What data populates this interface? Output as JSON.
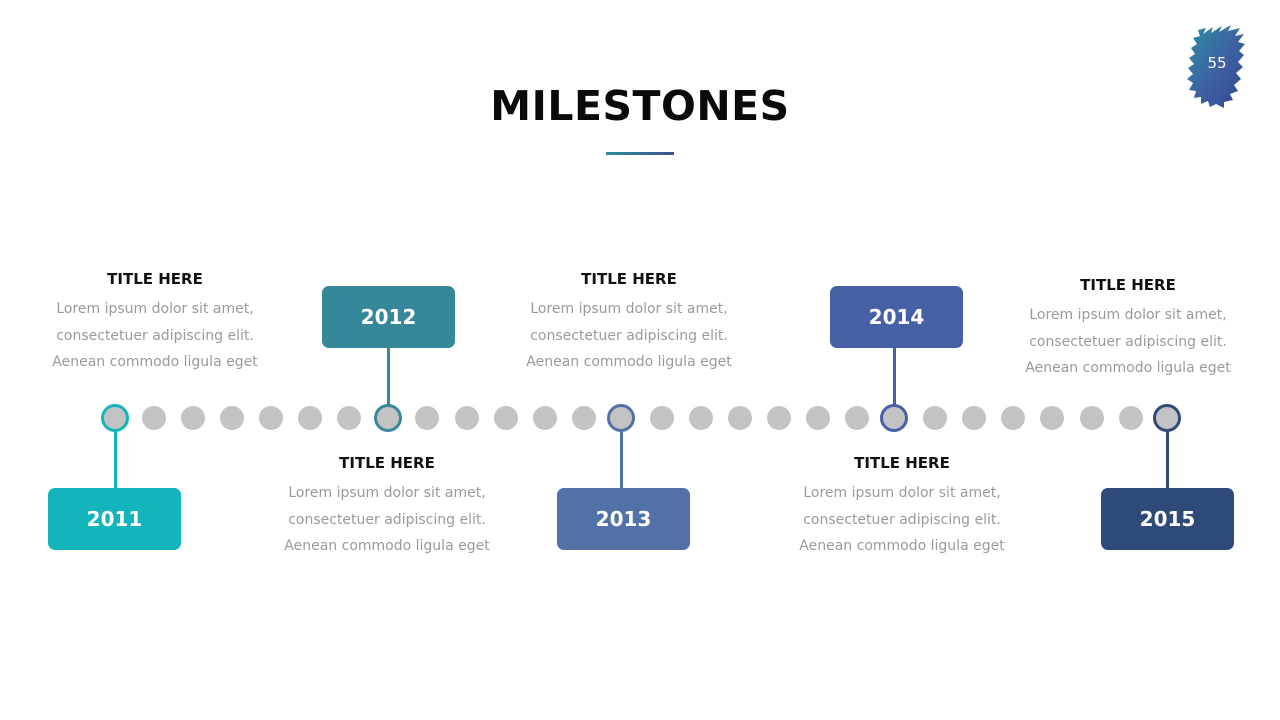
{
  "slide": {
    "title": "MILESTONES",
    "page_number": "55",
    "gray": "#c3c3c3"
  },
  "milestones": [
    {
      "year": "2011",
      "color": "#14b4bc",
      "title": "TITLE HERE",
      "lines": [
        "Lorem ipsum dolor sit amet,",
        "consectetuer adipiscing elit.",
        "Aenean commodo ligula eget"
      ]
    },
    {
      "year": "2012",
      "color": "#36879a",
      "title": "TITLE HERE",
      "lines": [
        "Lorem ipsum dolor sit amet,",
        "consectetuer adipiscing elit.",
        "Aenean commodo ligula eget"
      ]
    },
    {
      "year": "2013",
      "color": "#5271a8",
      "title": "TITLE HERE",
      "lines": [
        "Lorem ipsum dolor sit amet,",
        "consectetuer adipiscing elit.",
        "Aenean commodo ligula eget"
      ]
    },
    {
      "year": "2014",
      "color": "#4560a5",
      "title": "TITLE HERE",
      "lines": [
        "Lorem ipsum dolor sit amet,",
        "consectetuer adipiscing elit.",
        "Aenean commodo ligula eget"
      ]
    },
    {
      "year": "2015",
      "color": "#2e4a78",
      "title": "TITLE HERE",
      "lines": [
        "Lorem ipsum dolor sit amet,",
        "consectetuer adipiscing elit.",
        "Aenean commodo ligula eget"
      ]
    }
  ]
}
